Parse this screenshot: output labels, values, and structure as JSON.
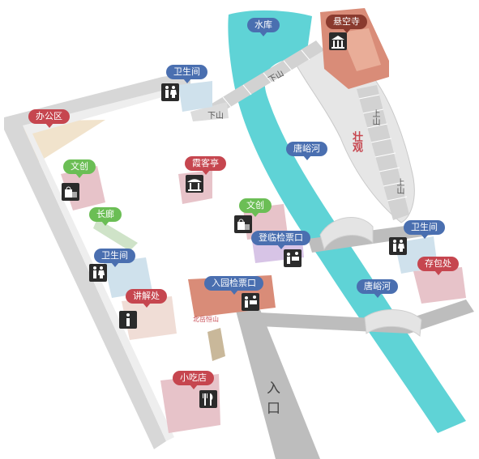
{
  "colors": {
    "water": "#5fd3d6",
    "road": "#bdbdbd",
    "tag_green": "#6bbe55",
    "tag_blue": "#4a6fb0",
    "tag_red": "#c6464f",
    "tag_brown": "#8a3a2e"
  },
  "labels": {
    "reservoir": "水库",
    "temple": "悬空寺",
    "toilet_top": "卫生间",
    "office": "办公区",
    "creative_left": "文创",
    "xiake_pavilion": "霞客亭",
    "corridor": "长廊",
    "creative_mid": "文创",
    "climb_ticket": "登临检票口",
    "toilet_right": "卫生间",
    "luggage": "存包处",
    "toilet_left": "卫生间",
    "park_ticket": "入园检票口",
    "river_mid": "唐峪河",
    "river_low": "唐峪河",
    "guide": "讲解处",
    "snack": "小吃店",
    "hengshan": "北岳恒山",
    "entrance": "入口",
    "downhill_1": "下山",
    "downhill_2": "下山",
    "uphill_1": "上山",
    "uphill_2": "上山",
    "cliff_text": "壮观"
  },
  "icons": {
    "toilet": "toilet-icon",
    "temple": "temple-icon",
    "pavilion": "pavilion-icon",
    "shop": "shopping-bag-icon",
    "ticket": "ticket-check-icon",
    "info": "info-icon",
    "food": "fork-knife-icon"
  }
}
